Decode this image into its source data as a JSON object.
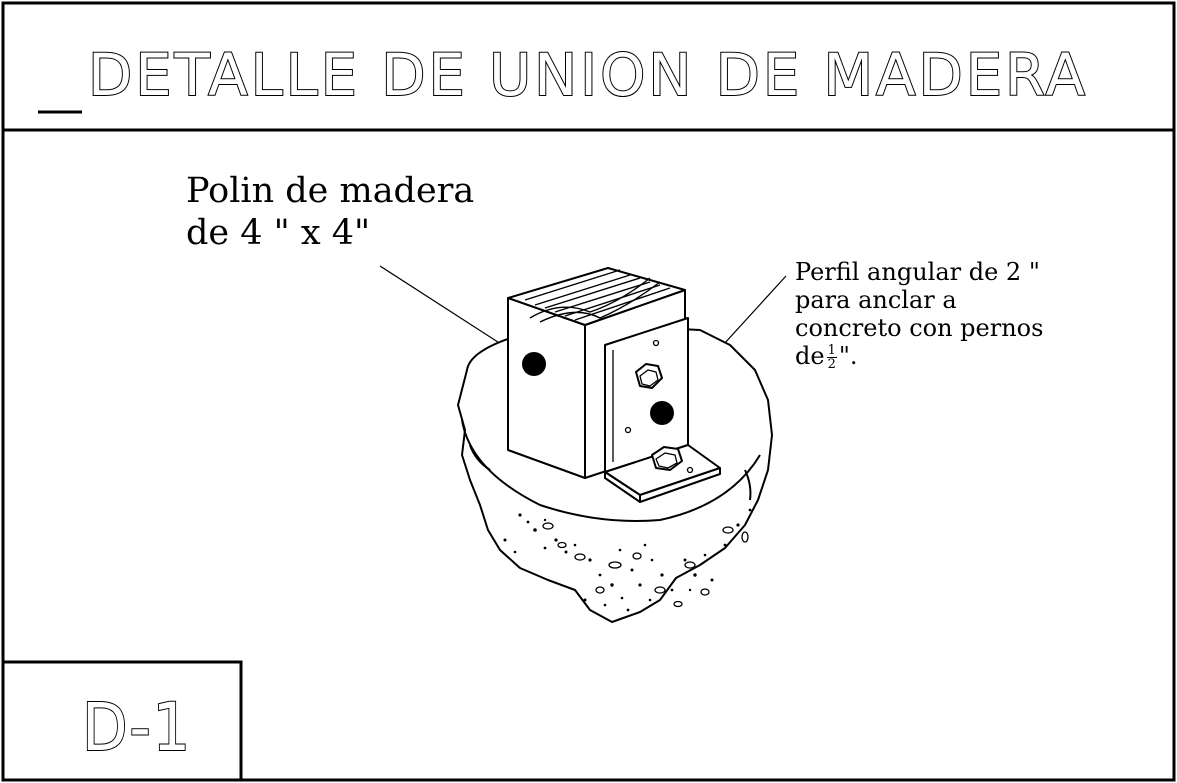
{
  "title": "DETALLE DE UNION DE MADERA",
  "sheet_code": "D-1",
  "labels": {
    "post": {
      "line1": "Polin de madera",
      "line2": "de 4 \" x 4\""
    },
    "angle": {
      "line1": "Perfil angular de 2 \"",
      "line2": "para anclar a",
      "line3": "concreto con pernos",
      "line4_prefix": "de",
      "fraction_num": "1",
      "fraction_den": "2",
      "line4_suffix": "\"."
    }
  },
  "colors": {
    "line": "#000000",
    "background": "#ffffff",
    "concrete": "#ffffff"
  }
}
